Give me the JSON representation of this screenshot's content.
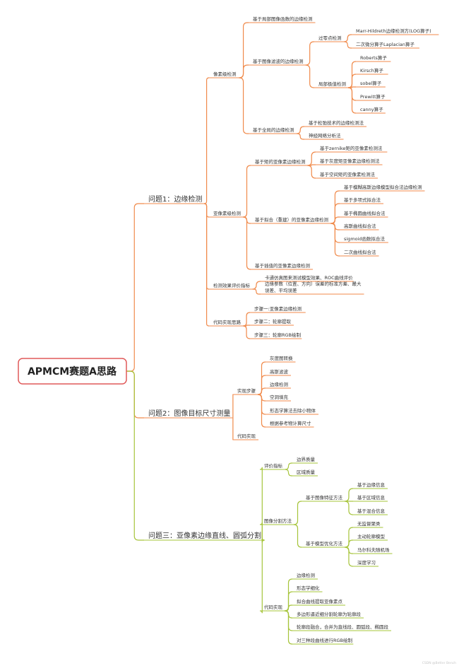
{
  "root": "APMCM赛题A思路",
  "colors": {
    "orange": "#f08a4b",
    "olive": "#a6c43a",
    "root_border": "#e05a5a"
  },
  "branches": [
    {
      "label": "问题1：边缘检测",
      "children": [
        {
          "label": "像素级检测",
          "children": [
            {
              "label": "基于局部图像函数的边缘检测"
            },
            {
              "label": "基于图像滤波的边缘检测",
              "children": [
                {
                  "label": "过零点检测",
                  "children": [
                    {
                      "label": "Marr-Hildreth边缘检测方(LOG算子)"
                    },
                    {
                      "label": "二次微分算子Laplacian算子"
                    }
                  ]
                },
                {
                  "label": "局部极值检测",
                  "children": [
                    {
                      "label": "Roberts算子"
                    },
                    {
                      "label": "Kirsch算子"
                    },
                    {
                      "label": "sobel算子"
                    },
                    {
                      "label": "Prewitt算子"
                    },
                    {
                      "label": "canny算子"
                    }
                  ]
                }
              ]
            },
            {
              "label": "基于全局的边缘检测",
              "children": [
                {
                  "label": "基于松弛技术的边缘检测法"
                },
                {
                  "label": "神经网络分析法"
                }
              ]
            }
          ]
        },
        {
          "label": "亚像素级检测",
          "children": [
            {
              "label": "基于矩的亚像素边缘检测",
              "children": [
                {
                  "label": "基于zernike矩的亚像素检测法"
                },
                {
                  "label": "基于灰度矩亚像素边缘检测法"
                },
                {
                  "label": "基于空间矩的亚像素检测法"
                }
              ]
            },
            {
              "label": "基于拟合（重建）的亚像素边缘检测",
              "children": [
                {
                  "label": "基于模糊高斯边缘模型拟合法边缘检测"
                },
                {
                  "label": "基于多项式拟合法"
                },
                {
                  "label": "基于椭圆曲线拟合法"
                },
                {
                  "label": "高斯曲线拟合法"
                },
                {
                  "label": "sigmoid函数拟合法"
                },
                {
                  "label": "二次曲线拟合法"
                }
              ]
            },
            {
              "label": "基于插值的亚像素边缘检测"
            }
          ]
        },
        {
          "label": "检测效果评价指标",
          "children": [
            {
              "label": "卡通仿真图来测试模型效果、ROC曲线评价"
            },
            {
              "label": "边缘参数（位置、方向）误差的标准方差、最大误差、平均误差",
              "lines": [
                "边缘参数（位置、方向）误差的标准方差、最大",
                "误差、平均误差"
              ]
            }
          ]
        },
        {
          "label": "代码实现思路",
          "children": [
            {
              "label": "步骤一:亚像素边缘检测"
            },
            {
              "label": "步骤二：轮廓提取"
            },
            {
              "label": "步骤三：轮廓RGB绘制"
            }
          ]
        }
      ]
    },
    {
      "label": "问题2：图像目标尺寸测量",
      "children": [
        {
          "label": "实现步骤",
          "children": [
            {
              "label": "灰度图转换"
            },
            {
              "label": "高斯滤波"
            },
            {
              "label": "边缘检测"
            },
            {
              "label": "空洞填充"
            },
            {
              "label": "形态学算法去除小物体"
            },
            {
              "label": "根据参考物计算尺寸"
            }
          ]
        },
        {
          "label": "代码实现"
        }
      ]
    },
    {
      "label": "问题三：亚像素边缘直线、圆弧分割",
      "children": [
        {
          "label": "评价指标",
          "children": [
            {
              "label": "边界质量"
            },
            {
              "label": "区域质量"
            }
          ]
        },
        {
          "label": "图像分割方法",
          "children": [
            {
              "label": "基于图像特征方法",
              "children": [
                {
                  "label": "基于边缘信息"
                },
                {
                  "label": "基于区域信息"
                },
                {
                  "label": "基于混合信息"
                }
              ]
            },
            {
              "label": "基于模型优化方法",
              "children": [
                {
                  "label": "无监督聚类"
                },
                {
                  "label": "主动轮廓模型"
                },
                {
                  "label": "马尔科夫随机场"
                },
                {
                  "label": "深度学习"
                }
              ]
            }
          ]
        },
        {
          "label": "代码实现",
          "children": [
            {
              "label": "边缘检测"
            },
            {
              "label": "形态学细化"
            },
            {
              "label": "拟合曲线提取亚像素点"
            },
            {
              "label": "多边形逼近细分割轮廓为轮廓段"
            },
            {
              "label": "轮廓段融合，合并为直线段、圆弧段、椭圆段"
            },
            {
              "label": "对三种段曲线进行RGB绘制"
            }
          ]
        }
      ]
    }
  ],
  "watermark": "CSDN @Better Bench"
}
